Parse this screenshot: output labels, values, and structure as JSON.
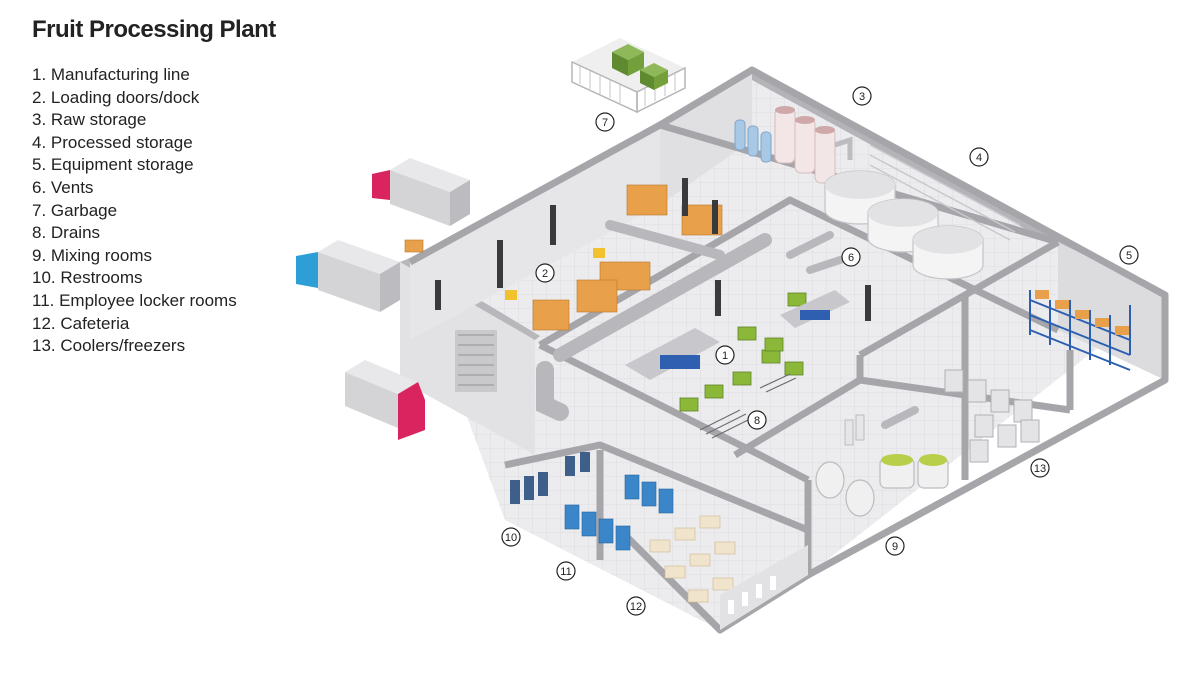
{
  "title": "Fruit Processing Plant",
  "legend": [
    "1. Manufacturing line",
    "2. Loading doors/dock",
    "3. Raw storage",
    "4. Processed storage",
    "5. Equipment storage",
    "6.  Vents",
    "7. Garbage",
    "8. Drains",
    "9.  Mixing rooms",
    "10. Restrooms",
    "11. Employee locker rooms",
    "12. Cafeteria",
    "13. Coolers/freezers"
  ],
  "callouts": [
    "1",
    "2",
    "3",
    "4",
    "5",
    "6",
    "7",
    "8",
    "9",
    "10",
    "11",
    "12",
    "13"
  ],
  "colors": {
    "floor": "#ebebeb",
    "wall": "#a9a9ad",
    "wall_top": "#bcbcc0",
    "door": "#3a3a3c",
    "truck_pink": "#d9245f",
    "truck_blue": "#2e9fd6",
    "trailer": "#cfcfd1",
    "box": "#e8a14a",
    "rack_blue": "#2c5fb0",
    "produce": "#8cb83a",
    "locker_blue": "#3a86c8",
    "bin_green": "#6f9a3a"
  }
}
